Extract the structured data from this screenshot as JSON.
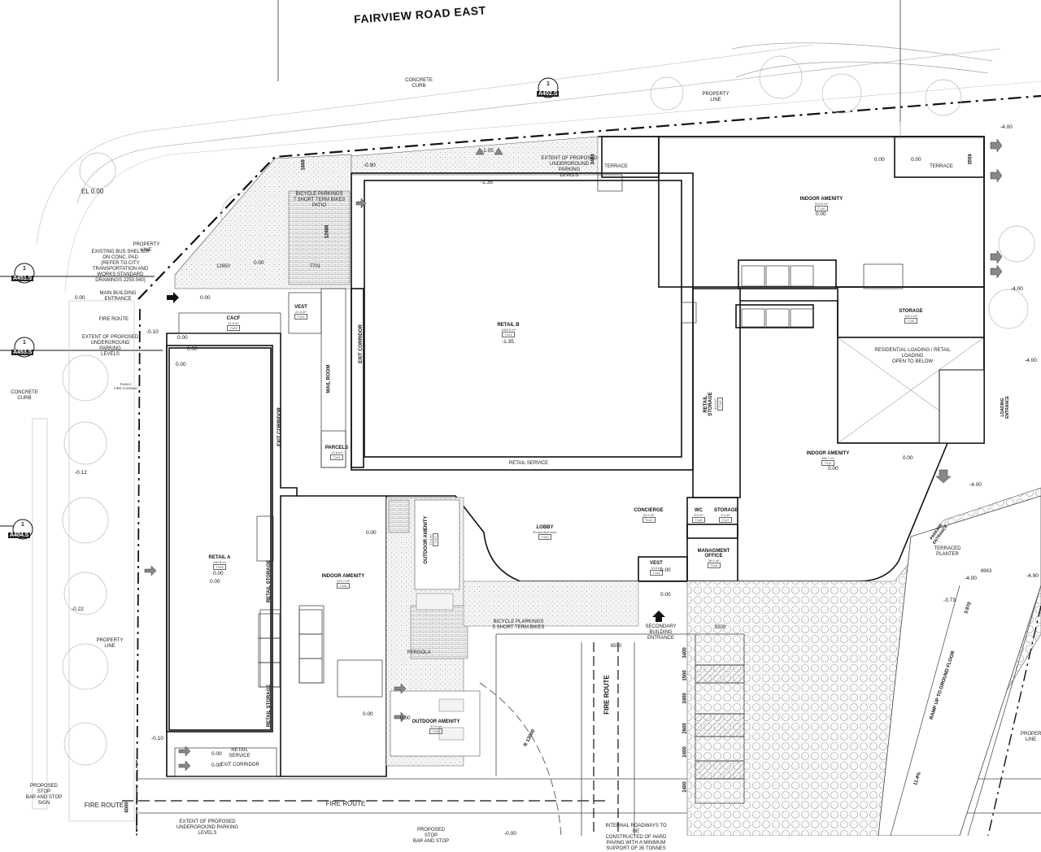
{
  "street_name": "FAIRVIEW ROAD EAST",
  "section_tags": {
    "a402": {
      "num": "1",
      "sheet": "A402.S"
    },
    "a451": {
      "num": "1",
      "sheet": "A451.S"
    },
    "a453": {
      "num": "1",
      "sheet": "A453.S"
    },
    "a404": {
      "num": "1",
      "sheet": "A404.S"
    }
  },
  "site_elevation": "EL  0.00",
  "notes": {
    "concrete_curb_top": "CONCRETE\nCURB",
    "concrete_curb_left": "CONCRETE\nCURB",
    "property_line_top": "PROPERTY\nLINE",
    "property_line_left_upper": "PROPERTY\nLINE",
    "property_line_left_lower": "PROPERTY\nLINE",
    "property_line_right": "PROPERTY\nLINE",
    "underground_top": "EXTENT OF PROPOSED\nUNDERGROUND PARKING\nLEVELS",
    "underground_left": "EXTENT OF PROPOSED\nUNDERGROUND PARKING\nLEVELS",
    "underground_bottom": "EXTENT OF PROPOSED\nUNDERGROUND PARKING LEVELS",
    "bus_shelter": "EXISTING BUS SHELTER\nON CONC. PAD\n(REFER TO CITY\nTRANSPORTATION AND\nWORKS STANDARD\nDRAWINGS 2250.040)",
    "main_entrance": "MAIN BUILDING\nENTRANCE",
    "fire_route_left": "FIRE ROUTE",
    "fire_route_bottom_a": "FIRE ROUTE",
    "fire_route_bottom_b": "FIRE ROUTE",
    "fire_route_vertical": "FIRE ROUTE",
    "bicycle_north": "BICYCLE PARKINGS\n7 SHORT TERM BIKES\nPATIO",
    "bicycle_south": "BICYCLE PLARKINGS\n5 SHORT TERM BIKES",
    "secondary_entrance": "SECONDARY BUILDING\nENTRANCE",
    "pergola": "PERGOLA",
    "terraced_planter": "TERRACED PLANTER",
    "parking_entrance": "PARKING\nENTRANCE",
    "loading_entrance": "LOADING\nENTRANCE",
    "ramp": "RAMP UP TO GROUND FLOOR",
    "residential_loading": "RESIDENTIAL LOADING / RETAIL LOADING\nOPEN TO BELOW",
    "retail_service_a": "RETAIL SERVICE",
    "retail_service_b": "RETAIL SERVICE",
    "exit_corridor_a": "EXIT CORRIDOR",
    "internal_roadways": "INTERNAL ROADWAYS TO BE\nCONSTRUCTED OF HARD\nPAVING WITH A MINIMUM\nSUPPORT OF 35 TONNES",
    "stop_bar": "PROPOSED STOP\nBAR AND STOP\nSIGN",
    "stop_bar_bottom": "PROPOSED STOP\nBAR AND STOP",
    "public_connection": "PUBLIC\nFIRE HYDRANT",
    "radius": "R 13000"
  },
  "rooms": {
    "retail_b": {
      "name": "RETAIL B",
      "area": "1052.6 m²",
      "code": "T101"
    },
    "retail_a": {
      "name": "RETAIL A",
      "area": "490.8 m²",
      "code": "T105"
    },
    "indoor_amenity_ne": {
      "name": "INDOOR AMENITY",
      "area": "514.0 m²",
      "code": "T110"
    },
    "indoor_amenity_e": {
      "name": "INDOOR AMENITY",
      "area": "456.7 m²",
      "code": "T111"
    },
    "indoor_amenity_w": {
      "name": "INDOOR AMENITY",
      "area": "371.7 m²",
      "code": "T106"
    },
    "outdoor_amenity_n": {
      "name": "OUTDOOR AMENITY",
      "area": "72.0 m²",
      "code": "T107"
    },
    "outdoor_amenity_s": {
      "name": "OUTDOOR AMENITY",
      "area": "40.0 m²",
      "code": "T108"
    },
    "lobby": {
      "name": "LOBBY",
      "area": "Redundant Area",
      "code": "T100"
    },
    "concierge": {
      "name": "CONCIERGE",
      "area": "34.2 m²",
      "code": "T115"
    },
    "wc": {
      "name": "WC",
      "area": "8.6 m²",
      "code": "T116"
    },
    "storage_s": {
      "name": "STORAGE",
      "area": "9.4 m²",
      "code": "T117"
    },
    "storage_n": {
      "name": "STORAGE",
      "area": "102.1 m²",
      "code": "T112"
    },
    "management": {
      "name": "MANAGMENT OFFICE",
      "area": "38.0 m²",
      "code": "T118"
    },
    "vest_s": {
      "name": "VEST",
      "area": "16.5 m²",
      "code": "T119"
    },
    "vest_n": {
      "name": "VEST",
      "area": "21.8 m²",
      "code": "T102"
    },
    "parcels": {
      "name": "PARCELS",
      "area": "10.6 m²",
      "code": "T104"
    },
    "cacf": {
      "name": "CACF",
      "area": "11.8 m²",
      "code": "T103"
    },
    "mail_room": {
      "name": "MAIL ROOM"
    },
    "retail_storage_v": {
      "name": "RETAIL STORAGE",
      "area": "43.6 m²",
      "code": "T113"
    },
    "retail_storage_a1": {
      "name": "RETAIL STORAGE"
    },
    "retail_storage_a2": {
      "name": "RETAIL STORAGE"
    },
    "exit_corridor_n": {
      "name": "EXIT CORRIDOR"
    },
    "exit_corridor_w": {
      "name": "EXIT CORRIDOR"
    },
    "terrace_w": {
      "name": "TERRACE"
    },
    "terrace_e": {
      "name": "TERRACE"
    }
  },
  "elevations": [
    {
      "id": "e1",
      "value": "-0.90"
    },
    {
      "id": "e2",
      "value": "-1.05"
    },
    {
      "id": "e3",
      "value": "-1.35"
    },
    {
      "id": "e4",
      "value": "-1.35"
    },
    {
      "id": "e5",
      "value": "0.00"
    },
    {
      "id": "e6",
      "value": "0.00"
    },
    {
      "id": "e7",
      "value": "0.00"
    },
    {
      "id": "e8",
      "value": "-0.10"
    },
    {
      "id": "e9",
      "value": "0.00"
    },
    {
      "id": "e10",
      "value": "0.00"
    },
    {
      "id": "e11",
      "value": "0.00"
    },
    {
      "id": "e12",
      "value": "-0.12"
    },
    {
      "id": "e13",
      "value": "-0.22"
    },
    {
      "id": "e14",
      "value": "-0.10"
    },
    {
      "id": "e15",
      "value": "0.00"
    },
    {
      "id": "e16",
      "value": "0.00"
    },
    {
      "id": "e17",
      "value": "0.00"
    },
    {
      "id": "e18",
      "value": "0.00"
    },
    {
      "id": "e19",
      "value": "0.00"
    },
    {
      "id": "e20",
      "value": "0.00"
    },
    {
      "id": "e21",
      "value": "0.00"
    },
    {
      "id": "e22",
      "value": "0.00"
    },
    {
      "id": "e23",
      "value": "0.00"
    },
    {
      "id": "e24",
      "value": "0.00"
    },
    {
      "id": "e25",
      "value": "-4.00"
    },
    {
      "id": "e26",
      "value": "-4.00"
    },
    {
      "id": "e27",
      "value": "-4.00"
    },
    {
      "id": "e28",
      "value": "-4.00"
    },
    {
      "id": "e29",
      "value": "-4.00"
    },
    {
      "id": "e30",
      "value": "-4.90"
    },
    {
      "id": "e31",
      "value": "-3.73"
    },
    {
      "id": "e32",
      "value": "0.00"
    },
    {
      "id": "e33",
      "value": "0.00"
    },
    {
      "id": "e34",
      "value": "0.00"
    },
    {
      "id": "e35",
      "value": "0.00"
    },
    {
      "id": "e36",
      "value": "-0.00"
    }
  ],
  "dimensions": {
    "d_12650": "12650",
    "d_7701": "7701",
    "d_12688": "12688",
    "d_1669": "1669",
    "d_3464": "3464",
    "d_3559": "3559",
    "d_6500": "6500",
    "d_5200": "5200",
    "d_3400a": "3400",
    "d_1500": "1500",
    "d_3400b": "3400",
    "d_2600": "2600",
    "d_2400a": "2400",
    "d_2400b": "2400",
    "d_6963": "6963",
    "d_3970": "3.970",
    "d_6000": "6000",
    "d_114": "11.4%"
  }
}
